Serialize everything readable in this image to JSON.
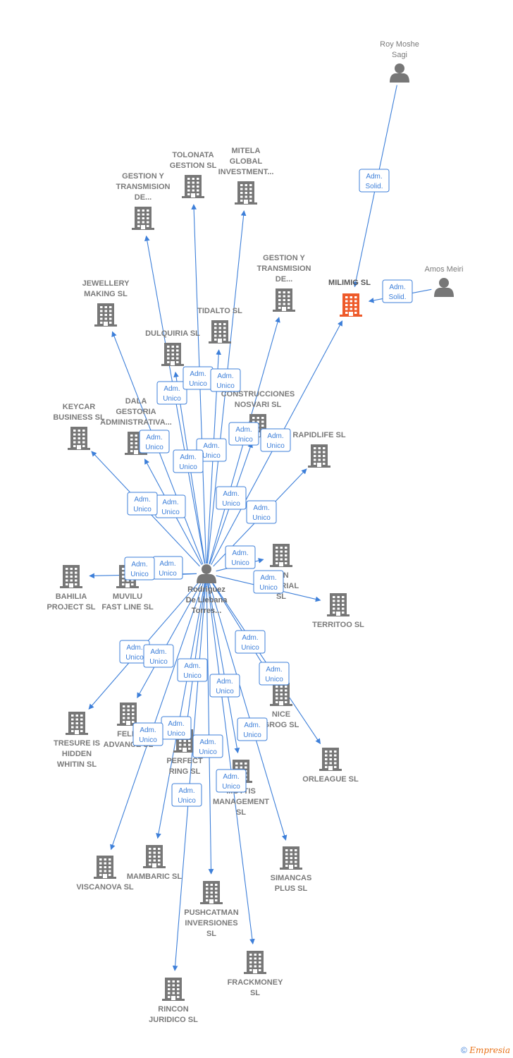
{
  "colors": {
    "edge": "#3d7fd9",
    "company": "#777777",
    "focus": "#ee5a2a",
    "person": "#777777"
  },
  "footer": {
    "copyright": "©",
    "brand": "Empresia"
  },
  "center": {
    "id": "center",
    "label": [
      "Rodriguez",
      "De Liebana",
      "Torres..."
    ],
    "icon": "person-icon"
  },
  "persons": [
    {
      "id": "roy",
      "label": [
        "Roy Moshe",
        "Sagi"
      ],
      "icon": "person-icon"
    },
    {
      "id": "amos",
      "label": [
        "Amos Meiri"
      ],
      "icon": "person-icon"
    }
  ],
  "companies": [
    {
      "id": "milimig",
      "label": [
        "MILIMIG SL"
      ],
      "focus": true
    },
    {
      "id": "gestion1",
      "label": [
        "GESTION Y",
        "TRANSMISION",
        "DE..."
      ]
    },
    {
      "id": "tolonata",
      "label": [
        "TOLONATA",
        "GESTION SL"
      ]
    },
    {
      "id": "mitela",
      "label": [
        "MITELA",
        "GLOBAL",
        "INVESTMENT..."
      ]
    },
    {
      "id": "gestion2",
      "label": [
        "GESTION Y",
        "TRANSMISION",
        "DE..."
      ]
    },
    {
      "id": "jewellery",
      "label": [
        "JEWELLERY",
        "MAKING SL"
      ]
    },
    {
      "id": "tidalto",
      "label": [
        "TIDALTO SL"
      ]
    },
    {
      "id": "dulquiria",
      "label": [
        "DULQUIRIA SL"
      ]
    },
    {
      "id": "construcciones",
      "label": [
        "CONSTRUCCIONES",
        "NOSVARI SL"
      ]
    },
    {
      "id": "keycar",
      "label": [
        "KEYCAR",
        "BUSINESS SL"
      ]
    },
    {
      "id": "dala",
      "label": [
        "DALA",
        "GESTORIA",
        "ADMINISTRATIVA..."
      ]
    },
    {
      "id": "rapidlife",
      "label": [
        "RAPIDLIFE SL"
      ]
    },
    {
      "id": "bahilia",
      "label": [
        "BAHILIA",
        "PROJECT SL"
      ]
    },
    {
      "id": "muvilu",
      "label": [
        "MUVILU",
        "FAST LINE SL"
      ]
    },
    {
      "id": "win",
      "label": [
        "WIN",
        "E...ARIAL",
        "SL"
      ]
    },
    {
      "id": "territoo",
      "label": [
        "TERRITOO SL"
      ]
    },
    {
      "id": "tresure",
      "label": [
        "TRESURE IS",
        "HIDDEN",
        "WHITIN SL"
      ]
    },
    {
      "id": "felic",
      "label": [
        "FELIC",
        "ADVANCE SL"
      ]
    },
    {
      "id": "nice",
      "label": [
        "NICE",
        "GROG SL"
      ]
    },
    {
      "id": "orleague",
      "label": [
        "ORLEAGUE SL"
      ]
    },
    {
      "id": "perfect",
      "label": [
        "PERFECT",
        "RING SL"
      ]
    },
    {
      "id": "gottis",
      "label": [
        "...OTTIS",
        "MANAGEMENT",
        "SL"
      ]
    },
    {
      "id": "viscanova",
      "label": [
        "VISCANOVA SL"
      ]
    },
    {
      "id": "mambaric",
      "label": [
        "MAMBARIC SL"
      ]
    },
    {
      "id": "simancas",
      "label": [
        "SIMANCAS",
        "PLUS SL"
      ]
    },
    {
      "id": "pushcatman",
      "label": [
        "PUSHCATMAN",
        "INVERSIONES",
        "SL"
      ]
    },
    {
      "id": "frackmoney",
      "label": [
        "FRACKMONEY",
        "SL"
      ]
    },
    {
      "id": "rincon",
      "label": [
        "RINCON",
        "JURIDICO SL"
      ]
    }
  ],
  "edges": [
    {
      "from": "roy",
      "to": "milimig",
      "label": [
        "Adm.",
        "Solid."
      ]
    },
    {
      "from": "amos",
      "to": "milimig",
      "label": [
        "Adm.",
        "Solid."
      ]
    },
    {
      "from": "center",
      "to": "gestion1",
      "label": [
        "Adm.",
        "Unico"
      ]
    },
    {
      "from": "center",
      "to": "tolonata",
      "label": [
        "Adm.",
        "Unico"
      ]
    },
    {
      "from": "center",
      "to": "mitela",
      "label": [
        "Adm.",
        "Unico"
      ]
    },
    {
      "from": "center",
      "to": "gestion2",
      "label": [
        "Adm.",
        "Unico"
      ]
    },
    {
      "from": "center",
      "to": "milimig",
      "label": [
        "Adm.",
        "Unico"
      ]
    },
    {
      "from": "center",
      "to": "jewellery",
      "label": [
        "Adm.",
        "Unico"
      ]
    },
    {
      "from": "center",
      "to": "tidalto",
      "label": [
        "Adm.",
        "Unico"
      ]
    },
    {
      "from": "center",
      "to": "dulquiria",
      "label": [
        "Adm.",
        "Unico"
      ]
    },
    {
      "from": "center",
      "to": "construcciones",
      "label": [
        "Adm.",
        "Unico"
      ]
    },
    {
      "from": "center",
      "to": "keycar",
      "label": [
        "Adm.",
        "Unico"
      ]
    },
    {
      "from": "center",
      "to": "dala",
      "label": [
        "Adm.",
        "Unico"
      ]
    },
    {
      "from": "center",
      "to": "rapidlife",
      "label": [
        "Adm.",
        "Unico"
      ]
    },
    {
      "from": "center",
      "to": "bahilia",
      "label": [
        "Adm.",
        "Unico"
      ]
    },
    {
      "from": "center",
      "to": "muvilu",
      "label": [
        "Adm.",
        "Unico"
      ]
    },
    {
      "from": "center",
      "to": "win",
      "label": [
        "Adm.",
        "Unico"
      ]
    },
    {
      "from": "center",
      "to": "territoo",
      "label": [
        "Adm.",
        "Unico"
      ]
    },
    {
      "from": "center",
      "to": "tresure",
      "label": [
        "Adm.",
        "Unico"
      ]
    },
    {
      "from": "center",
      "to": "felic",
      "label": [
        "Adm.",
        "Unico"
      ]
    },
    {
      "from": "center",
      "to": "nice",
      "label": [
        "Adm.",
        "Unico"
      ]
    },
    {
      "from": "center",
      "to": "orleague",
      "label": [
        "Adm.",
        "Unico"
      ]
    },
    {
      "from": "center",
      "to": "perfect",
      "label": [
        "Adm.",
        "Unico"
      ]
    },
    {
      "from": "center",
      "to": "gottis",
      "label": [
        "Adm.",
        "Unico"
      ]
    },
    {
      "from": "center",
      "to": "viscanova",
      "label": [
        "Adm.",
        "Unico"
      ]
    },
    {
      "from": "center",
      "to": "mambaric",
      "label": [
        "Adm.",
        "Unico"
      ]
    },
    {
      "from": "center",
      "to": "simancas",
      "label": [
        "Adm.",
        "Unico"
      ]
    },
    {
      "from": "center",
      "to": "pushcatman",
      "label": [
        "Adm.",
        "Unico"
      ]
    },
    {
      "from": "center",
      "to": "frackmoney",
      "label": [
        "Adm.",
        "Unico"
      ]
    },
    {
      "from": "center",
      "to": "rincon",
      "label": [
        "Adm.",
        "Unico"
      ]
    }
  ]
}
